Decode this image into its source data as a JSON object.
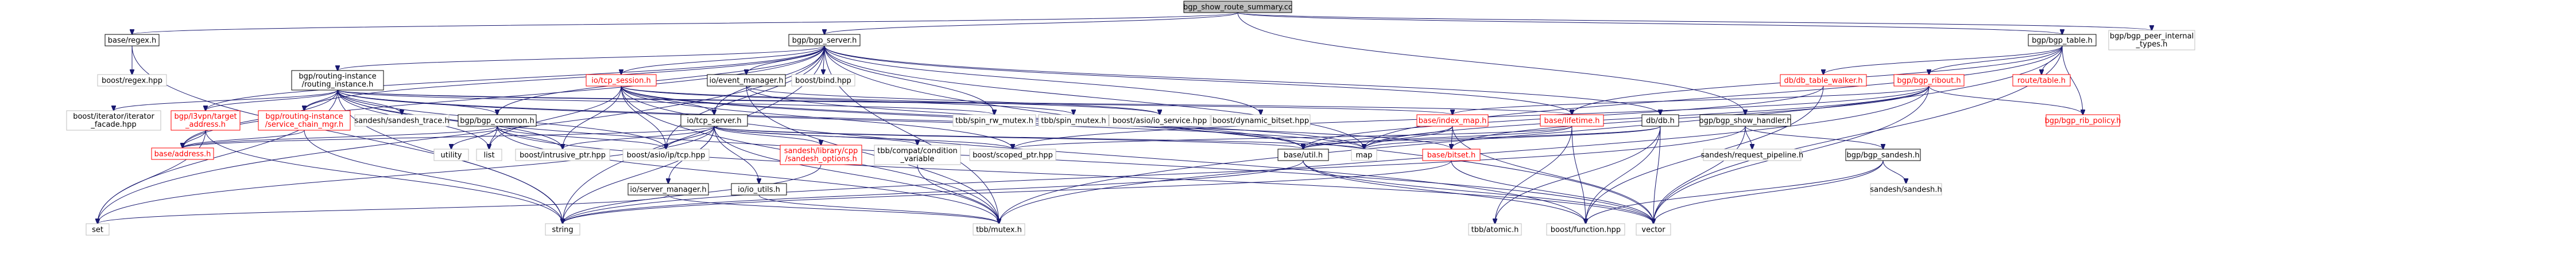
{
  "graph": {
    "root": "bgp_show_route_summary.cc",
    "nodes": [
      {
        "id": "root",
        "lines": [
          "bgp_show_route_summary.cc"
        ],
        "kind": "root"
      },
      {
        "id": "regex_h",
        "lines": [
          "base/regex.h"
        ],
        "kind": "linked"
      },
      {
        "id": "bgp_server_h",
        "lines": [
          "bgp/bgp_server.h"
        ],
        "kind": "linked"
      },
      {
        "id": "bgp_table_h",
        "lines": [
          "bgp/bgp_table.h"
        ],
        "kind": "linked"
      },
      {
        "id": "bgp_peer_internal_types_h",
        "lines": [
          "bgp/bgp_peer_internal",
          "_types.h"
        ],
        "kind": "plain"
      },
      {
        "id": "boost_regex_hpp",
        "lines": [
          "boost/regex.hpp"
        ],
        "kind": "plain"
      },
      {
        "id": "routing_instance_h",
        "lines": [
          "bgp/routing-instance",
          "/routing_instance.h"
        ],
        "kind": "linked"
      },
      {
        "id": "tcp_session_h",
        "lines": [
          "io/tcp_session.h"
        ],
        "kind": "red"
      },
      {
        "id": "event_manager_h",
        "lines": [
          "io/event_manager.h"
        ],
        "kind": "linked"
      },
      {
        "id": "boost_bind_hpp",
        "lines": [
          "boost/bind.hpp"
        ],
        "kind": "plain"
      },
      {
        "id": "db_table_walker_h",
        "lines": [
          "db/db_table_walker.h"
        ],
        "kind": "red"
      },
      {
        "id": "bgp_ribout_h",
        "lines": [
          "bgp/bgp_ribout.h"
        ],
        "kind": "red"
      },
      {
        "id": "route_table_h",
        "lines": [
          "route/table.h"
        ],
        "kind": "red"
      },
      {
        "id": "boost_iterator_facade_hpp",
        "lines": [
          "boost/iterator/iterator",
          "_facade.hpp"
        ],
        "kind": "plain"
      },
      {
        "id": "bgp_target_address_h",
        "lines": [
          "bgp/l3vpn/target",
          "_address.h"
        ],
        "kind": "red"
      },
      {
        "id": "service_chain_mgr_h",
        "lines": [
          "bgp/routing-instance",
          "/service_chain_mgr.h"
        ],
        "kind": "red"
      },
      {
        "id": "sandesh_trace_h",
        "lines": [
          "sandesh/sandesh_trace.h"
        ],
        "kind": "plain"
      },
      {
        "id": "bgp_common_h",
        "lines": [
          "bgp/bgp_common.h"
        ],
        "kind": "linked"
      },
      {
        "id": "tcp_server_h",
        "lines": [
          "io/tcp_server.h"
        ],
        "kind": "linked"
      },
      {
        "id": "tbb_spin_rw_mutex_h",
        "lines": [
          "tbb/spin_rw_mutex.h"
        ],
        "kind": "plain"
      },
      {
        "id": "tbb_spin_mutex_h",
        "lines": [
          "tbb/spin_mutex.h"
        ],
        "kind": "plain"
      },
      {
        "id": "boost_asio_io_service_hpp",
        "lines": [
          "boost/asio/io_service.hpp"
        ],
        "kind": "plain"
      },
      {
        "id": "boost_dynamic_bitset_hpp",
        "lines": [
          "boost/dynamic_bitset.hpp"
        ],
        "kind": "plain"
      },
      {
        "id": "base_index_map_h",
        "lines": [
          "base/index_map.h"
        ],
        "kind": "red"
      },
      {
        "id": "base_lifetime_h",
        "lines": [
          "base/lifetime.h"
        ],
        "kind": "red"
      },
      {
        "id": "db_db_h",
        "lines": [
          "db/db.h"
        ],
        "kind": "linked"
      },
      {
        "id": "bgp_show_handler_h",
        "lines": [
          "bgp/bgp_show_handler.h"
        ],
        "kind": "linked"
      },
      {
        "id": "bgp_rib_policy_h",
        "lines": [
          "bgp/bgp_rib_policy.h"
        ],
        "kind": "red"
      },
      {
        "id": "base_address_h",
        "lines": [
          "base/address.h"
        ],
        "kind": "red"
      },
      {
        "id": "utility",
        "lines": [
          "utility"
        ],
        "kind": "plain"
      },
      {
        "id": "list",
        "lines": [
          "list"
        ],
        "kind": "plain"
      },
      {
        "id": "boost_intrusive_ptr_hpp",
        "lines": [
          "boost/intrusive_ptr.hpp"
        ],
        "kind": "plain"
      },
      {
        "id": "boost_asio_ip_tcp_hpp",
        "lines": [
          "boost/asio/ip/tcp.hpp"
        ],
        "kind": "plain"
      },
      {
        "id": "sandesh_library_options_h",
        "lines": [
          "sandesh/library/cpp",
          "/sandesh_options.h"
        ],
        "kind": "red"
      },
      {
        "id": "tbb_compat_condition_variable",
        "lines": [
          "tbb/compat/condition",
          "_variable"
        ],
        "kind": "plain"
      },
      {
        "id": "boost_scoped_ptr_hpp",
        "lines": [
          "boost/scoped_ptr.hpp"
        ],
        "kind": "plain"
      },
      {
        "id": "base_util_h",
        "lines": [
          "base/util.h"
        ],
        "kind": "linked"
      },
      {
        "id": "map",
        "lines": [
          "map"
        ],
        "kind": "plain"
      },
      {
        "id": "base_bitset_h",
        "lines": [
          "base/bitset.h"
        ],
        "kind": "red"
      },
      {
        "id": "sandesh_request_pipeline_h",
        "lines": [
          "sandesh/request_pipeline.h"
        ],
        "kind": "plain"
      },
      {
        "id": "bgp_sandesh_h",
        "lines": [
          "bgp/bgp_sandesh.h"
        ],
        "kind": "linked"
      },
      {
        "id": "sandesh_sandesh_h",
        "lines": [
          "sandesh/sandesh.h"
        ],
        "kind": "plain"
      },
      {
        "id": "io_server_manager_h",
        "lines": [
          "io/server_manager.h"
        ],
        "kind": "linked"
      },
      {
        "id": "io_io_utils_h",
        "lines": [
          "io/io_utils.h"
        ],
        "kind": "linked"
      },
      {
        "id": "set",
        "lines": [
          "set"
        ],
        "kind": "plain"
      },
      {
        "id": "string",
        "lines": [
          "string"
        ],
        "kind": "plain"
      },
      {
        "id": "tbb_mutex_h",
        "lines": [
          "tbb/mutex.h"
        ],
        "kind": "plain"
      },
      {
        "id": "tbb_atomic_h",
        "lines": [
          "tbb/atomic.h"
        ],
        "kind": "plain"
      },
      {
        "id": "boost_function_hpp",
        "lines": [
          "boost/function.hpp"
        ],
        "kind": "plain"
      },
      {
        "id": "vector",
        "lines": [
          "vector"
        ],
        "kind": "plain"
      }
    ],
    "edges": [
      [
        "root",
        "regex_h"
      ],
      [
        "root",
        "bgp_server_h"
      ],
      [
        "root",
        "bgp_table_h"
      ],
      [
        "root",
        "bgp_peer_internal_types_h"
      ],
      [
        "root",
        "bgp_show_handler_h"
      ],
      [
        "regex_h",
        "boost_regex_hpp"
      ],
      [
        "regex_h",
        "string"
      ],
      [
        "bgp_server_h",
        "routing_instance_h"
      ],
      [
        "bgp_server_h",
        "tcp_session_h"
      ],
      [
        "bgp_server_h",
        "event_manager_h"
      ],
      [
        "bgp_server_h",
        "boost_bind_hpp"
      ],
      [
        "bgp_server_h",
        "bgp_common_h"
      ],
      [
        "bgp_server_h",
        "tcp_server_h"
      ],
      [
        "bgp_server_h",
        "db_db_h"
      ],
      [
        "bgp_server_h",
        "base_address_h"
      ],
      [
        "bgp_server_h",
        "bgp_target_address_h"
      ],
      [
        "bgp_server_h",
        "service_chain_mgr_h"
      ],
      [
        "bgp_server_h",
        "boost_dynamic_bitset_hpp"
      ],
      [
        "bgp_server_h",
        "tbb_spin_rw_mutex_h"
      ],
      [
        "bgp_server_h",
        "base_lifetime_h"
      ],
      [
        "bgp_server_h",
        "map"
      ],
      [
        "bgp_server_h",
        "set"
      ],
      [
        "bgp_server_h",
        "string"
      ],
      [
        "bgp_server_h",
        "vector"
      ],
      [
        "bgp_server_h",
        "boost_asio_ip_tcp_hpp"
      ],
      [
        "bgp_server_h",
        "tbb_mutex_h"
      ],
      [
        "bgp_table_h",
        "db_table_walker_h"
      ],
      [
        "bgp_table_h",
        "bgp_ribout_h"
      ],
      [
        "bgp_table_h",
        "route_table_h"
      ],
      [
        "bgp_table_h",
        "bgp_rib_policy_h"
      ],
      [
        "bgp_table_h",
        "tbb_mutex_h"
      ],
      [
        "bgp_table_h",
        "vector"
      ],
      [
        "bgp_table_h",
        "map"
      ],
      [
        "bgp_table_h",
        "base_lifetime_h"
      ],
      [
        "routing_instance_h",
        "boost_iterator_facade_hpp"
      ],
      [
        "routing_instance_h",
        "bgp_target_address_h"
      ],
      [
        "routing_instance_h",
        "service_chain_mgr_h"
      ],
      [
        "routing_instance_h",
        "sandesh_trace_h"
      ],
      [
        "routing_instance_h",
        "bgp_common_h"
      ],
      [
        "routing_instance_h",
        "list"
      ],
      [
        "routing_instance_h",
        "map"
      ],
      [
        "routing_instance_h",
        "set"
      ],
      [
        "routing_instance_h",
        "string"
      ],
      [
        "routing_instance_h",
        "vector"
      ],
      [
        "routing_instance_h",
        "base_address_h"
      ],
      [
        "routing_instance_h",
        "base_index_map_h"
      ],
      [
        "routing_instance_h",
        "base_lifetime_h"
      ],
      [
        "routing_instance_h",
        "base_bitset_h"
      ],
      [
        "routing_instance_h",
        "tbb_spin_rw_mutex_h"
      ],
      [
        "routing_instance_h",
        "boost_asio_ip_tcp_hpp"
      ],
      [
        "routing_instance_h",
        "boost_intrusive_ptr_hpp"
      ],
      [
        "tcp_session_h",
        "boost_asio_io_service_hpp"
      ],
      [
        "tcp_session_h",
        "tcp_server_h"
      ],
      [
        "tcp_session_h",
        "tbb_spin_mutex_h"
      ],
      [
        "tcp_session_h",
        "boost_intrusive_ptr_hpp"
      ],
      [
        "tcp_session_h",
        "boost_asio_ip_tcp_hpp"
      ],
      [
        "tcp_session_h",
        "boost_scoped_ptr_hpp"
      ],
      [
        "tcp_session_h",
        "tbb_mutex_h"
      ],
      [
        "tcp_session_h",
        "base_util_h"
      ],
      [
        "tcp_session_h",
        "boost_function_hpp"
      ],
      [
        "tcp_session_h",
        "list"
      ],
      [
        "tcp_session_h",
        "map"
      ],
      [
        "event_manager_h",
        "boost_asio_io_service_hpp"
      ],
      [
        "event_manager_h",
        "base_util_h"
      ],
      [
        "event_manager_h",
        "tbb_mutex_h"
      ],
      [
        "db_table_walker_h",
        "base_util_h"
      ],
      [
        "db_table_walker_h",
        "boost_function_hpp"
      ],
      [
        "bgp_ribout_h",
        "base_index_map_h"
      ],
      [
        "bgp_ribout_h",
        "base_bitset_h"
      ],
      [
        "bgp_ribout_h",
        "bgp_rib_policy_h"
      ],
      [
        "bgp_ribout_h",
        "boost_scoped_ptr_hpp"
      ],
      [
        "bgp_ribout_h",
        "tbb_mutex_h"
      ],
      [
        "bgp_ribout_h",
        "vector"
      ],
      [
        "bgp_ribout_h",
        "map"
      ],
      [
        "bgp_target_address_h",
        "base_address_h"
      ],
      [
        "bgp_target_address_h",
        "set"
      ],
      [
        "bgp_target_address_h",
        "string"
      ],
      [
        "service_chain_mgr_h",
        "base_address_h"
      ],
      [
        "service_chain_mgr_h",
        "string"
      ],
      [
        "bgp_common_h",
        "utility"
      ],
      [
        "bgp_common_h",
        "list"
      ],
      [
        "bgp_common_h",
        "boost_intrusive_ptr_hpp"
      ],
      [
        "bgp_common_h",
        "boost_asio_ip_tcp_hpp"
      ],
      [
        "bgp_common_h",
        "tbb_mutex_h"
      ],
      [
        "bgp_common_h",
        "vector"
      ],
      [
        "bgp_common_h",
        "base_address_h"
      ],
      [
        "tcp_server_h",
        "base_address_h"
      ],
      [
        "tcp_server_h",
        "io_server_manager_h"
      ],
      [
        "tcp_server_h",
        "sandesh_library_options_h"
      ],
      [
        "tcp_server_h",
        "tbb_compat_condition_variable"
      ],
      [
        "tcp_server_h",
        "io_io_utils_h"
      ],
      [
        "tcp_server_h",
        "boost_scoped_ptr_hpp"
      ],
      [
        "tcp_server_h",
        "boost_intrusive_ptr_hpp"
      ],
      [
        "tcp_server_h",
        "boost_asio_ip_tcp_hpp"
      ],
      [
        "tcp_server_h",
        "base_util_h"
      ],
      [
        "tcp_server_h",
        "map"
      ],
      [
        "tcp_server_h",
        "set"
      ],
      [
        "tcp_server_h",
        "string"
      ],
      [
        "tcp_server_h",
        "tbb_mutex_h"
      ],
      [
        "base_index_map_h",
        "base_bitset_h"
      ],
      [
        "base_index_map_h",
        "base_util_h"
      ],
      [
        "base_index_map_h",
        "map"
      ],
      [
        "base_index_map_h",
        "vector"
      ],
      [
        "base_lifetime_h",
        "base_util_h"
      ],
      [
        "base_lifetime_h",
        "tbb_atomic_h"
      ],
      [
        "base_lifetime_h",
        "boost_scoped_ptr_hpp"
      ],
      [
        "base_lifetime_h",
        "boost_function_hpp"
      ],
      [
        "db_db_h",
        "base_util_h"
      ],
      [
        "db_db_h",
        "map"
      ],
      [
        "db_db_h",
        "vector"
      ],
      [
        "db_db_h",
        "tbb_atomic_h"
      ],
      [
        "db_db_h",
        "boost_function_hpp"
      ],
      [
        "bgp_show_handler_h",
        "sandesh_request_pipeline_h"
      ],
      [
        "bgp_show_handler_h",
        "bgp_sandesh_h"
      ],
      [
        "bgp_show_handler_h",
        "vector"
      ],
      [
        "bgp_show_handler_h",
        "string"
      ],
      [
        "bgp_sandesh_h",
        "sandesh_sandesh_h"
      ],
      [
        "bgp_sandesh_h",
        "vector"
      ],
      [
        "bgp_sandesh_h",
        "boost_function_hpp"
      ],
      [
        "base_bitset_h",
        "string"
      ],
      [
        "base_bitset_h",
        "vector"
      ],
      [
        "io_server_manager_h",
        "tbb_mutex_h"
      ],
      [
        "io_server_manager_h",
        "set"
      ],
      [
        "io_io_utils_h",
        "tbb_mutex_h"
      ],
      [
        "tbb_compat_condition_variable",
        "tbb_mutex_h"
      ],
      [
        "base_util_h",
        "boost_function_hpp"
      ],
      [
        "base_util_h",
        "vector"
      ],
      [
        "base_util_h",
        "string"
      ],
      [
        "sandesh_library_options_h",
        "string"
      ]
    ]
  }
}
